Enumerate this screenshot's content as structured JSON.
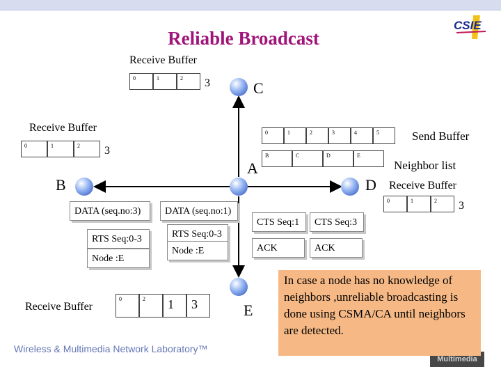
{
  "title": "Reliable Broadcast",
  "logo_text": "CSIE",
  "buffers": {
    "c": {
      "label": "Receive Buffer",
      "cells": [
        "0",
        "1",
        "2",
        "3"
      ]
    },
    "b": {
      "label": "Receive Buffer",
      "cells": [
        "0",
        "1",
        "2",
        "3"
      ]
    },
    "d": {
      "label": "Receive Buffer",
      "cells": [
        "0",
        "1",
        "2",
        "3"
      ]
    },
    "e": {
      "label": "Receive Buffer",
      "cells": [
        "0",
        "2",
        "1",
        "3"
      ]
    },
    "send": {
      "label": "Send Buffer",
      "cells": [
        "0",
        "1",
        "2",
        "3",
        "4",
        "5"
      ]
    },
    "neighbor": {
      "label": "Neighbor list",
      "cells": [
        "B",
        "C",
        "D",
        "E"
      ]
    }
  },
  "nodes": {
    "a": "A",
    "b": "B",
    "c": "C",
    "d": "D",
    "e": "E"
  },
  "boxes": {
    "data_b": "DATA (seq.no:3)",
    "data_e": "DATA (seq.no:1)",
    "rts_b": "RTS Seq:0-3",
    "node_b": "Node :E",
    "rts_e": "RTS Seq:0-3",
    "node_e": "Node :E",
    "cts_c": "CTS Seq:1",
    "cts_d": "CTS Seq:3",
    "ack_c": "ACK",
    "ack_d": "ACK"
  },
  "note": "In case a node has no knowledge of neighbors ,unreliable broadcasting is done using CSMA/CA until neighbors are detected.",
  "footer": "Wireless & Multimedia Network Laboratory™",
  "footer_logo": "Multimedia",
  "colors": {
    "title": "#a0157a",
    "note_bg": "#f6b985",
    "footer": "#6477b6",
    "node": "#2a4fb8"
  }
}
